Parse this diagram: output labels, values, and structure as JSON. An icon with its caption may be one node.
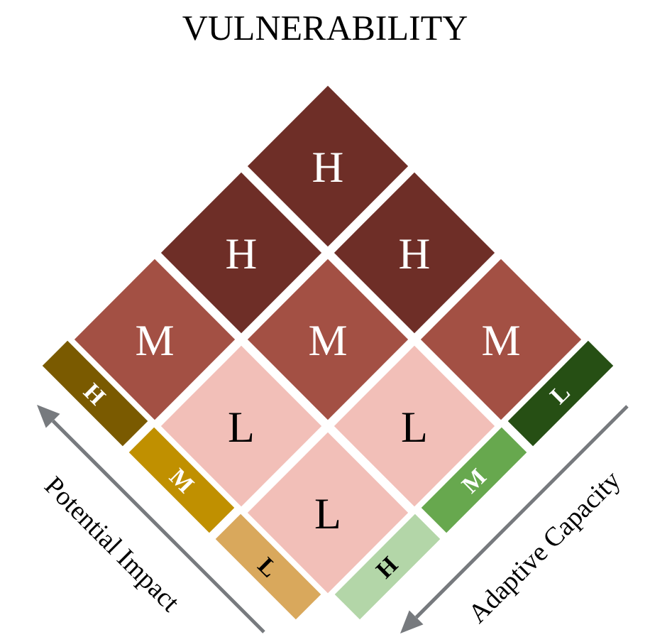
{
  "diagram": {
    "title": "VULNERABILITY",
    "nodes": [
      {
        "text": [
          "H"
        ]
      },
      {
        "text": [
          "H"
        ]
      },
      {
        "text": [
          "H"
        ]
      },
      {
        "text": [
          "M"
        ]
      },
      {
        "text": [
          "M"
        ]
      },
      {
        "text": [
          "M"
        ]
      },
      {
        "text": [
          "L"
        ]
      },
      {
        "text": [
          "L"
        ]
      },
      {
        "text": [
          "L"
        ]
      },
      {
        "text": [
          "H"
        ]
      },
      {
        "text": [
          "M"
        ]
      },
      {
        "text": [
          "L"
        ]
      },
      {
        "text": [
          "L"
        ]
      },
      {
        "text": [
          "M"
        ]
      },
      {
        "text": [
          "H"
        ]
      }
    ],
    "labels": [
      "Potential Impact",
      "Adaptive Capacity"
    ]
  }
}
